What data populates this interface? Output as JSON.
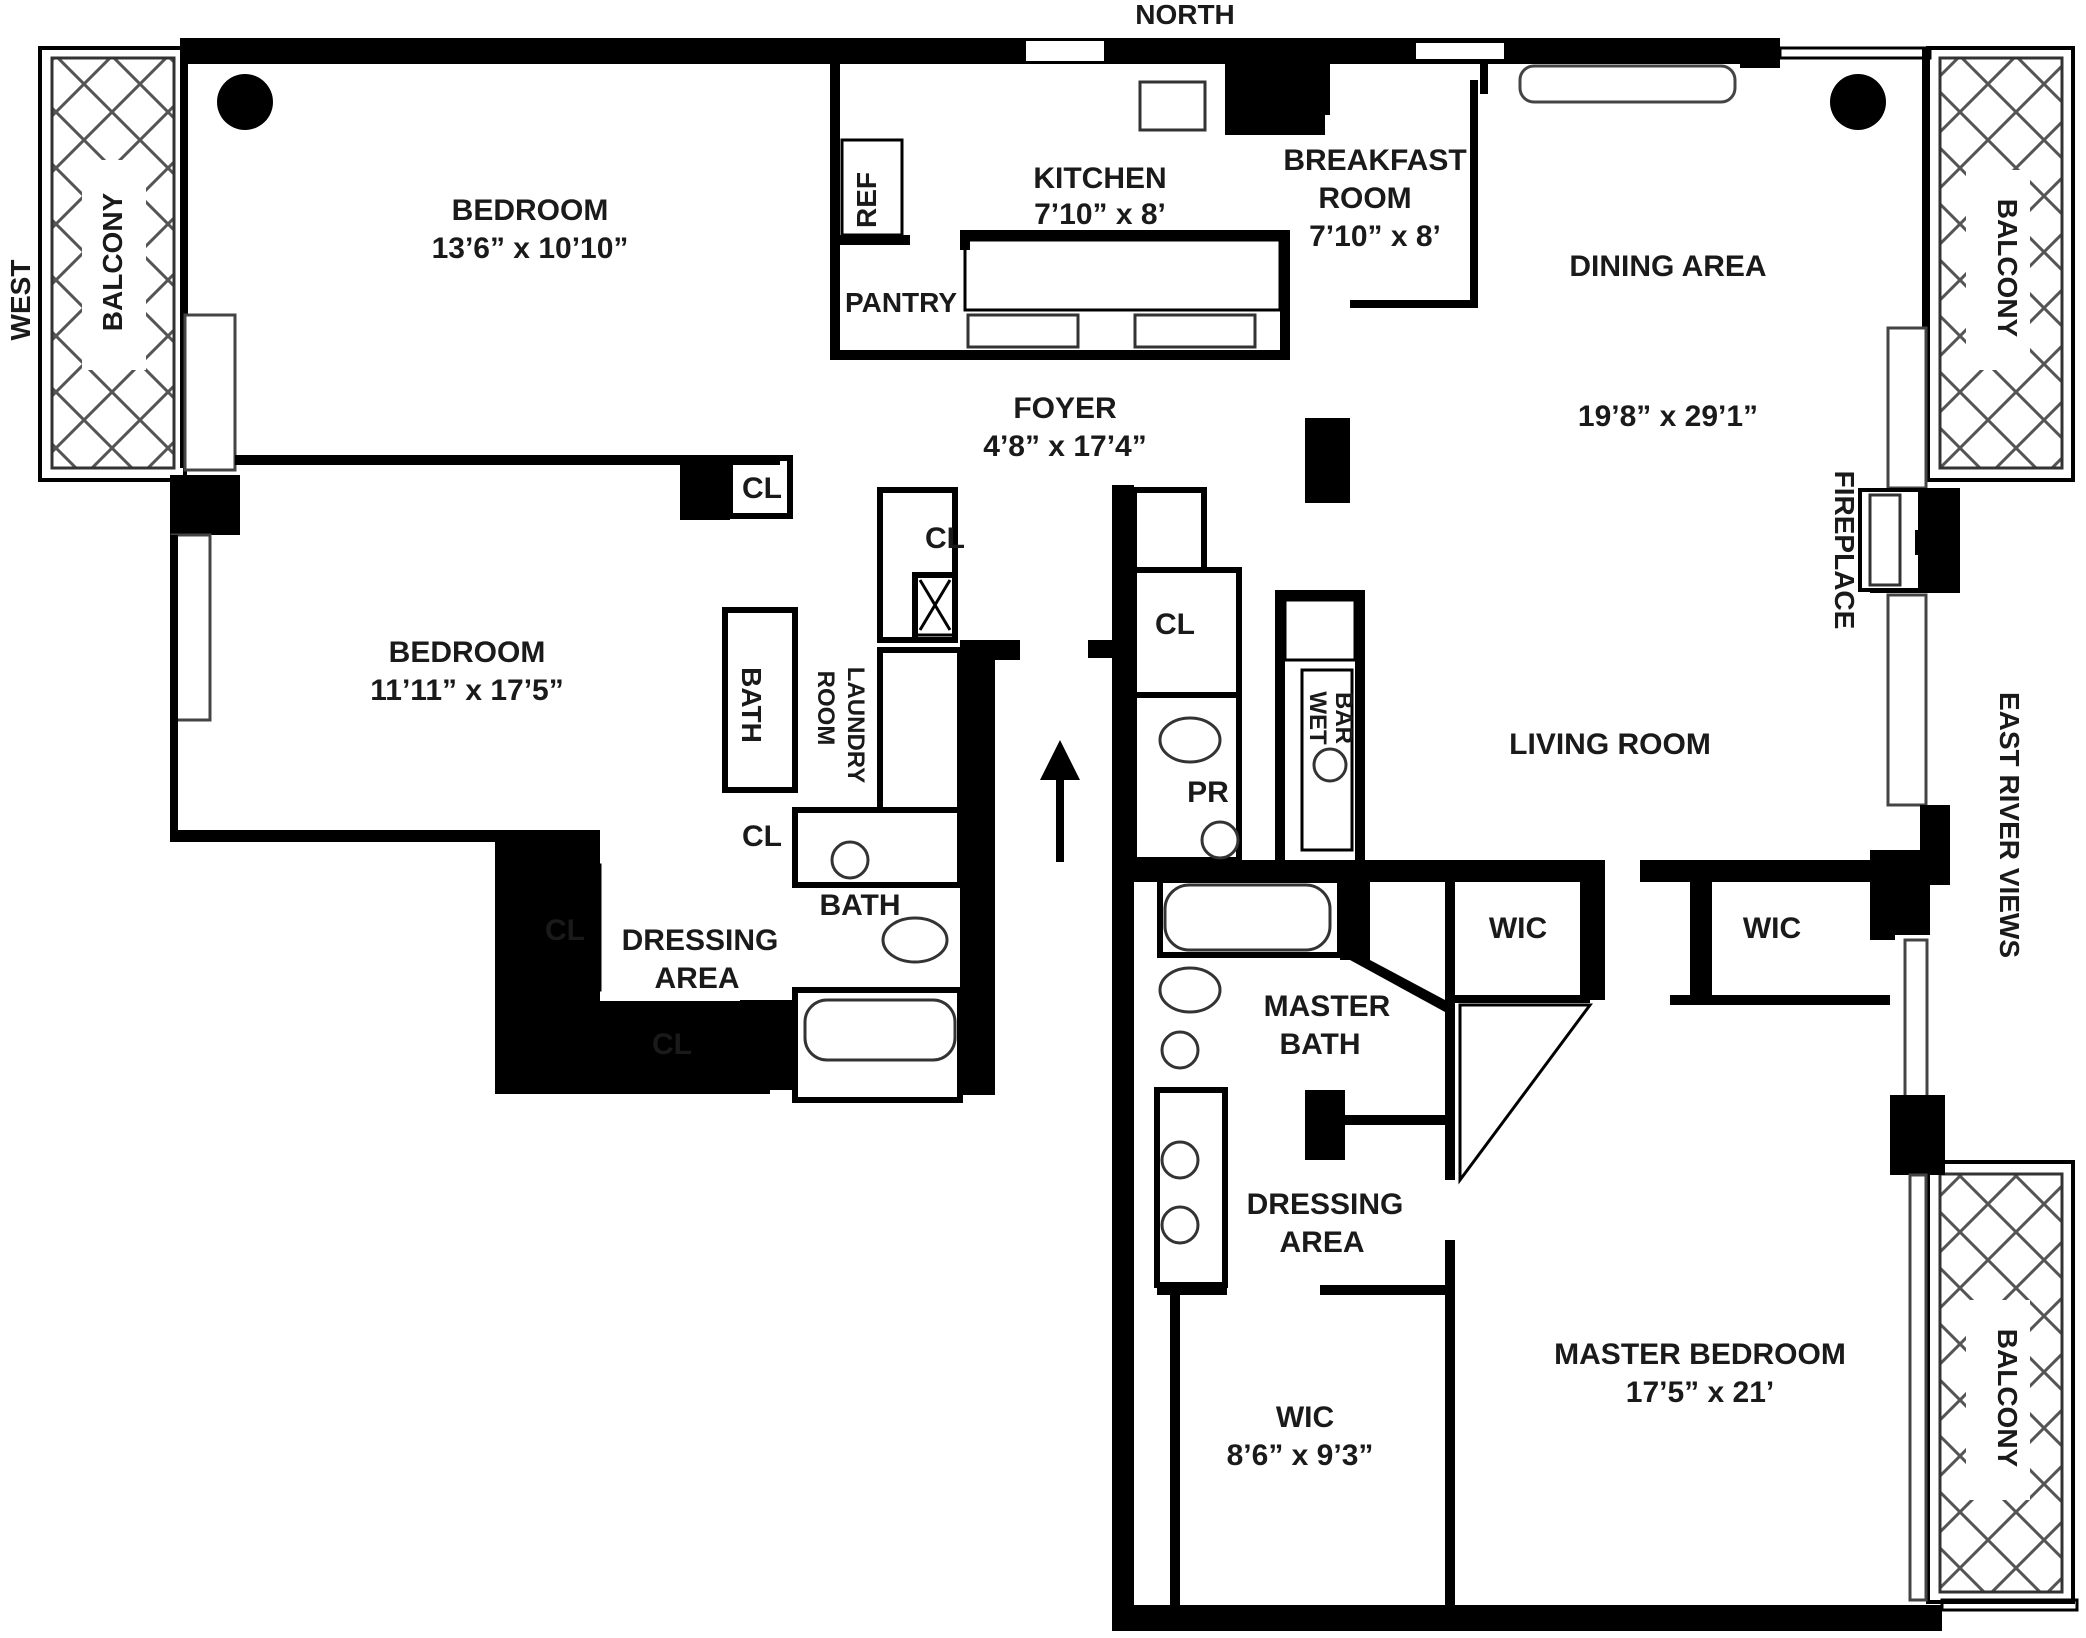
{
  "compass": {
    "north": "NORTH",
    "west": "WEST",
    "east": "EAST RIVER VIEWS"
  },
  "rooms": {
    "bedroom_1": {
      "name": "BEDROOM",
      "size": "13’6” x 10’10”"
    },
    "bedroom_2": {
      "name": "BEDROOM",
      "size": "11’11” x 17’5”"
    },
    "kitchen": {
      "name": "KITCHEN",
      "size": "7’10” x 8’"
    },
    "breakfast": {
      "name_1": "BREAKFAST",
      "name_2": "ROOM",
      "size": "7’10” x 8’"
    },
    "dining": {
      "name": "DINING AREA",
      "size": "19’8” x 29’1”"
    },
    "foyer": {
      "name": "FOYER",
      "size": "4’8” x 17’4”"
    },
    "living": {
      "name": "LIVING ROOM"
    },
    "master_bedroom": {
      "name": "MASTER BEDROOM",
      "size": "17’5” x 21’"
    },
    "master_bath": {
      "name_1": "MASTER",
      "name_2": "BATH"
    },
    "dressing_master": {
      "name_1": "DRESSING",
      "name_2": "AREA"
    },
    "dressing_2": {
      "name_1": "DRESSING",
      "name_2": "AREA"
    },
    "wic_large": {
      "name": "WIC",
      "size": "8’6” x 9’3”"
    },
    "wic_1": "WIC",
    "wic_2": "WIC",
    "pantry": "PANTRY",
    "ref": "REF",
    "bath_v": "BATH",
    "bath_h": "BATH",
    "laundry_1": "LAUNDRY",
    "laundry_2": "ROOM",
    "pr": "PR",
    "wet_bar_1": "WET",
    "wet_bar_2": "BAR",
    "fireplace": "FIREPLACE",
    "balcony": "BALCONY",
    "closet": "CL"
  }
}
